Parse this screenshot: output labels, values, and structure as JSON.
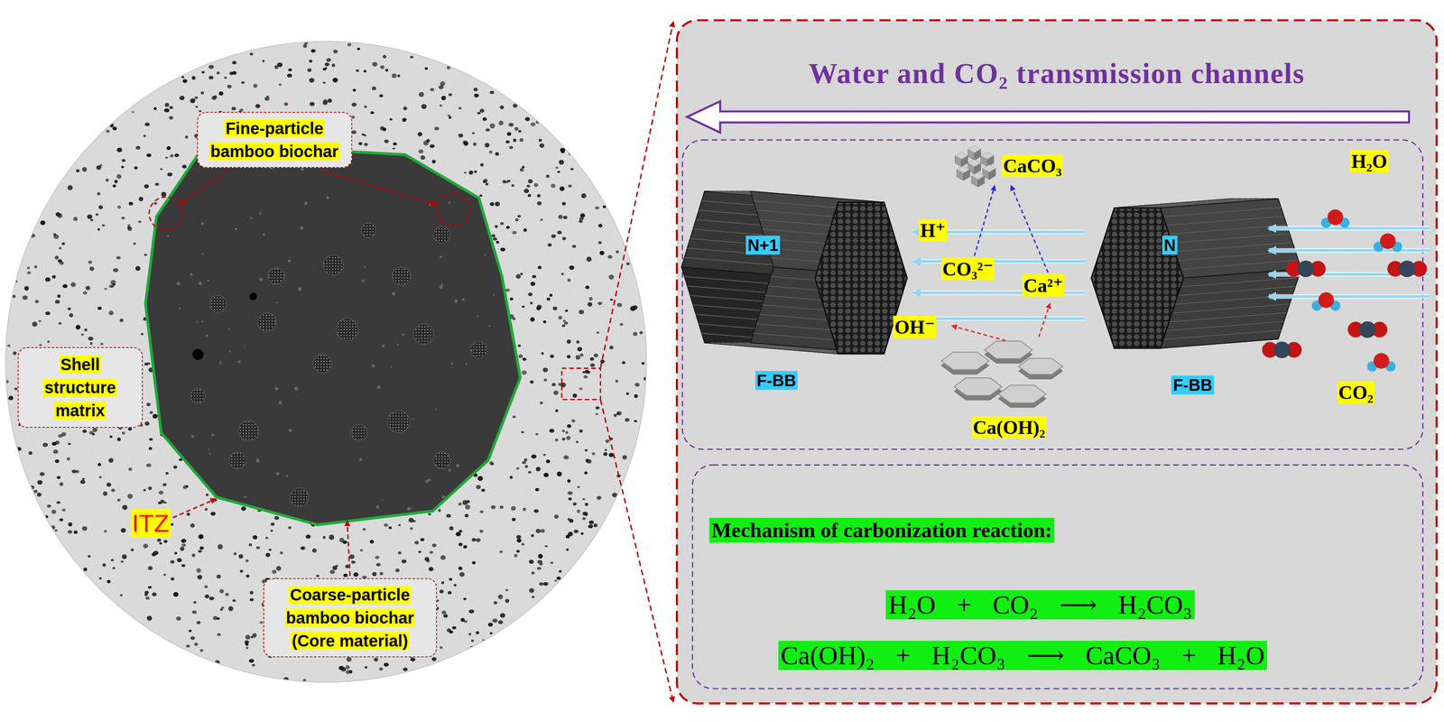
{
  "diagram": {
    "nodes": [
      {
        "text": [
          "Fine-particle bamboo biochar"
        ]
      },
      {
        "text": [
          "Shell structure matrix"
        ]
      },
      {
        "text": [
          "Coarse-particle bamboo biochar (Core material)"
        ]
      },
      {
        "text": [
          "Water and CO₂ transmission channels"
        ]
      },
      {
        "text": [
          "Mechanism of carbonization reaction:",
          "H₂O + CO₂ ⟶ H₂CO₃",
          "Ca(OH)₂ + H₂CO₃ ⟶ CaCO₃ + H₂O"
        ],
        "in": 3
      }
    ],
    "labels": [
      "ITZ",
      "CaCO₃",
      "H₂O",
      "H⁺",
      "N+1",
      "N",
      "CO₃²⁻",
      "Ca²⁺",
      "OH⁻",
      "F-BB",
      "F-BB",
      "CO₂",
      "Ca(OH)₂"
    ]
  }
}
